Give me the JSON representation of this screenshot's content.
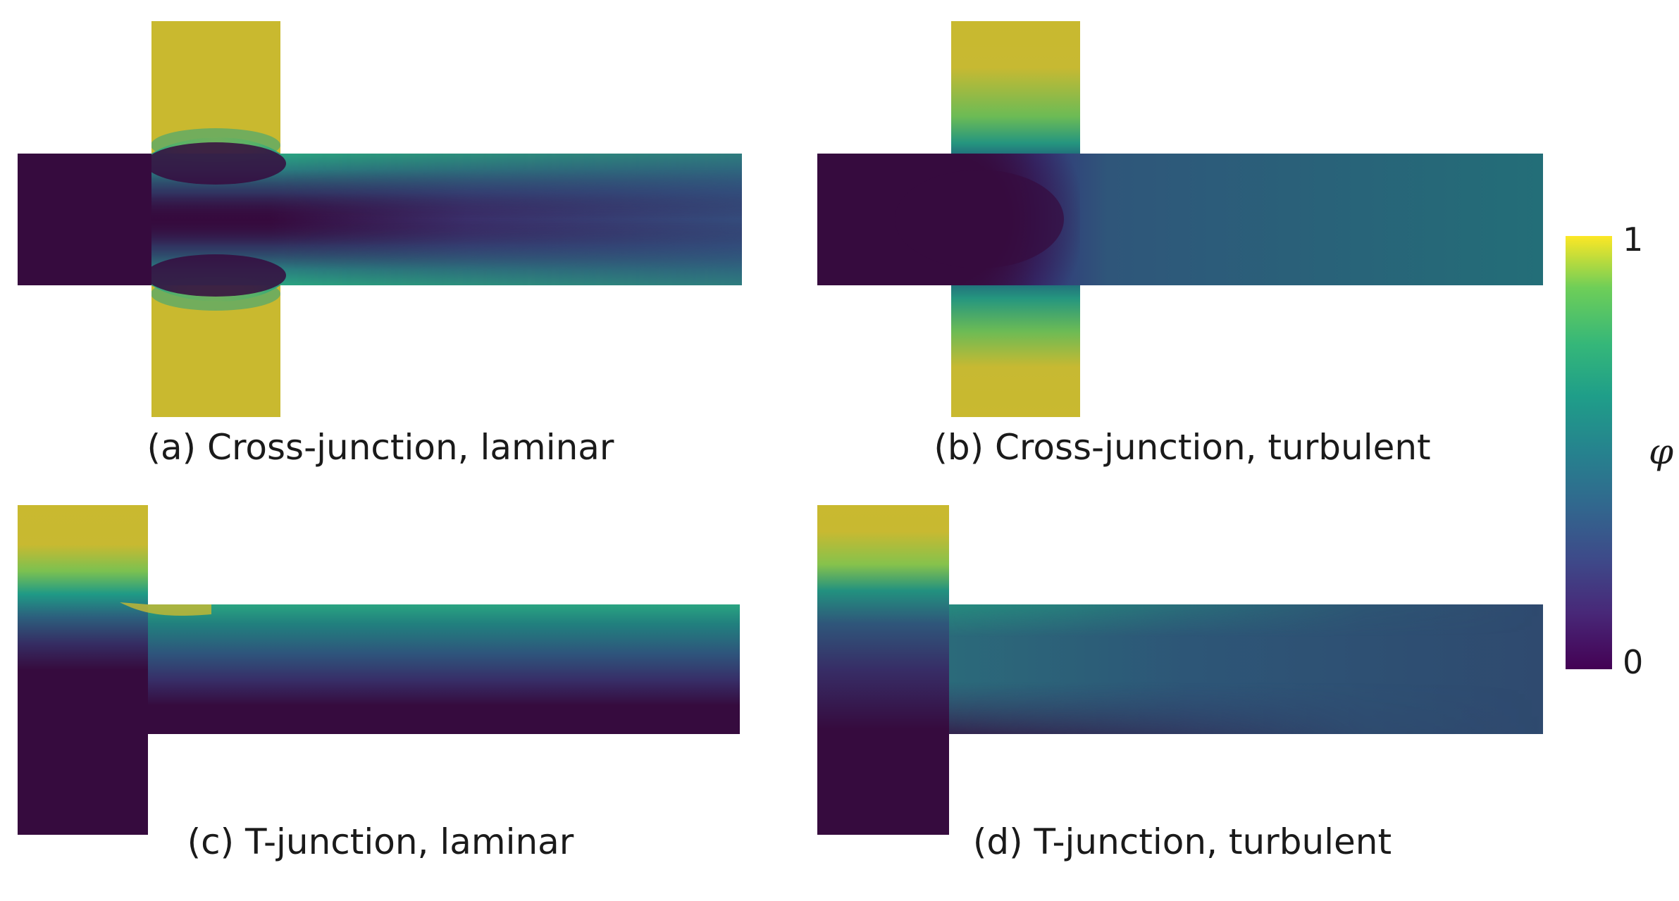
{
  "panels": [
    {
      "id": "a",
      "caption": "(a) Cross-junction, laminar"
    },
    {
      "id": "b",
      "caption": "(b) Cross-junction, turbulent"
    },
    {
      "id": "c",
      "caption": "(c) T-junction, laminar"
    },
    {
      "id": "d",
      "caption": "(d) T-junction, turbulent"
    }
  ],
  "colorbar": {
    "label": "φ",
    "max_label": "1",
    "min_label": "0",
    "range": [
      0,
      1
    ],
    "colormap": "viridis",
    "stops": [
      "#440154",
      "#3b528b",
      "#21918c",
      "#5ec962",
      "#fde725"
    ]
  },
  "colors": {
    "inlet_high": "#c9b92f",
    "dark": "#360b3e",
    "teal": "#21807e",
    "slate": "#2d4f70",
    "blue": "#355a86"
  }
}
